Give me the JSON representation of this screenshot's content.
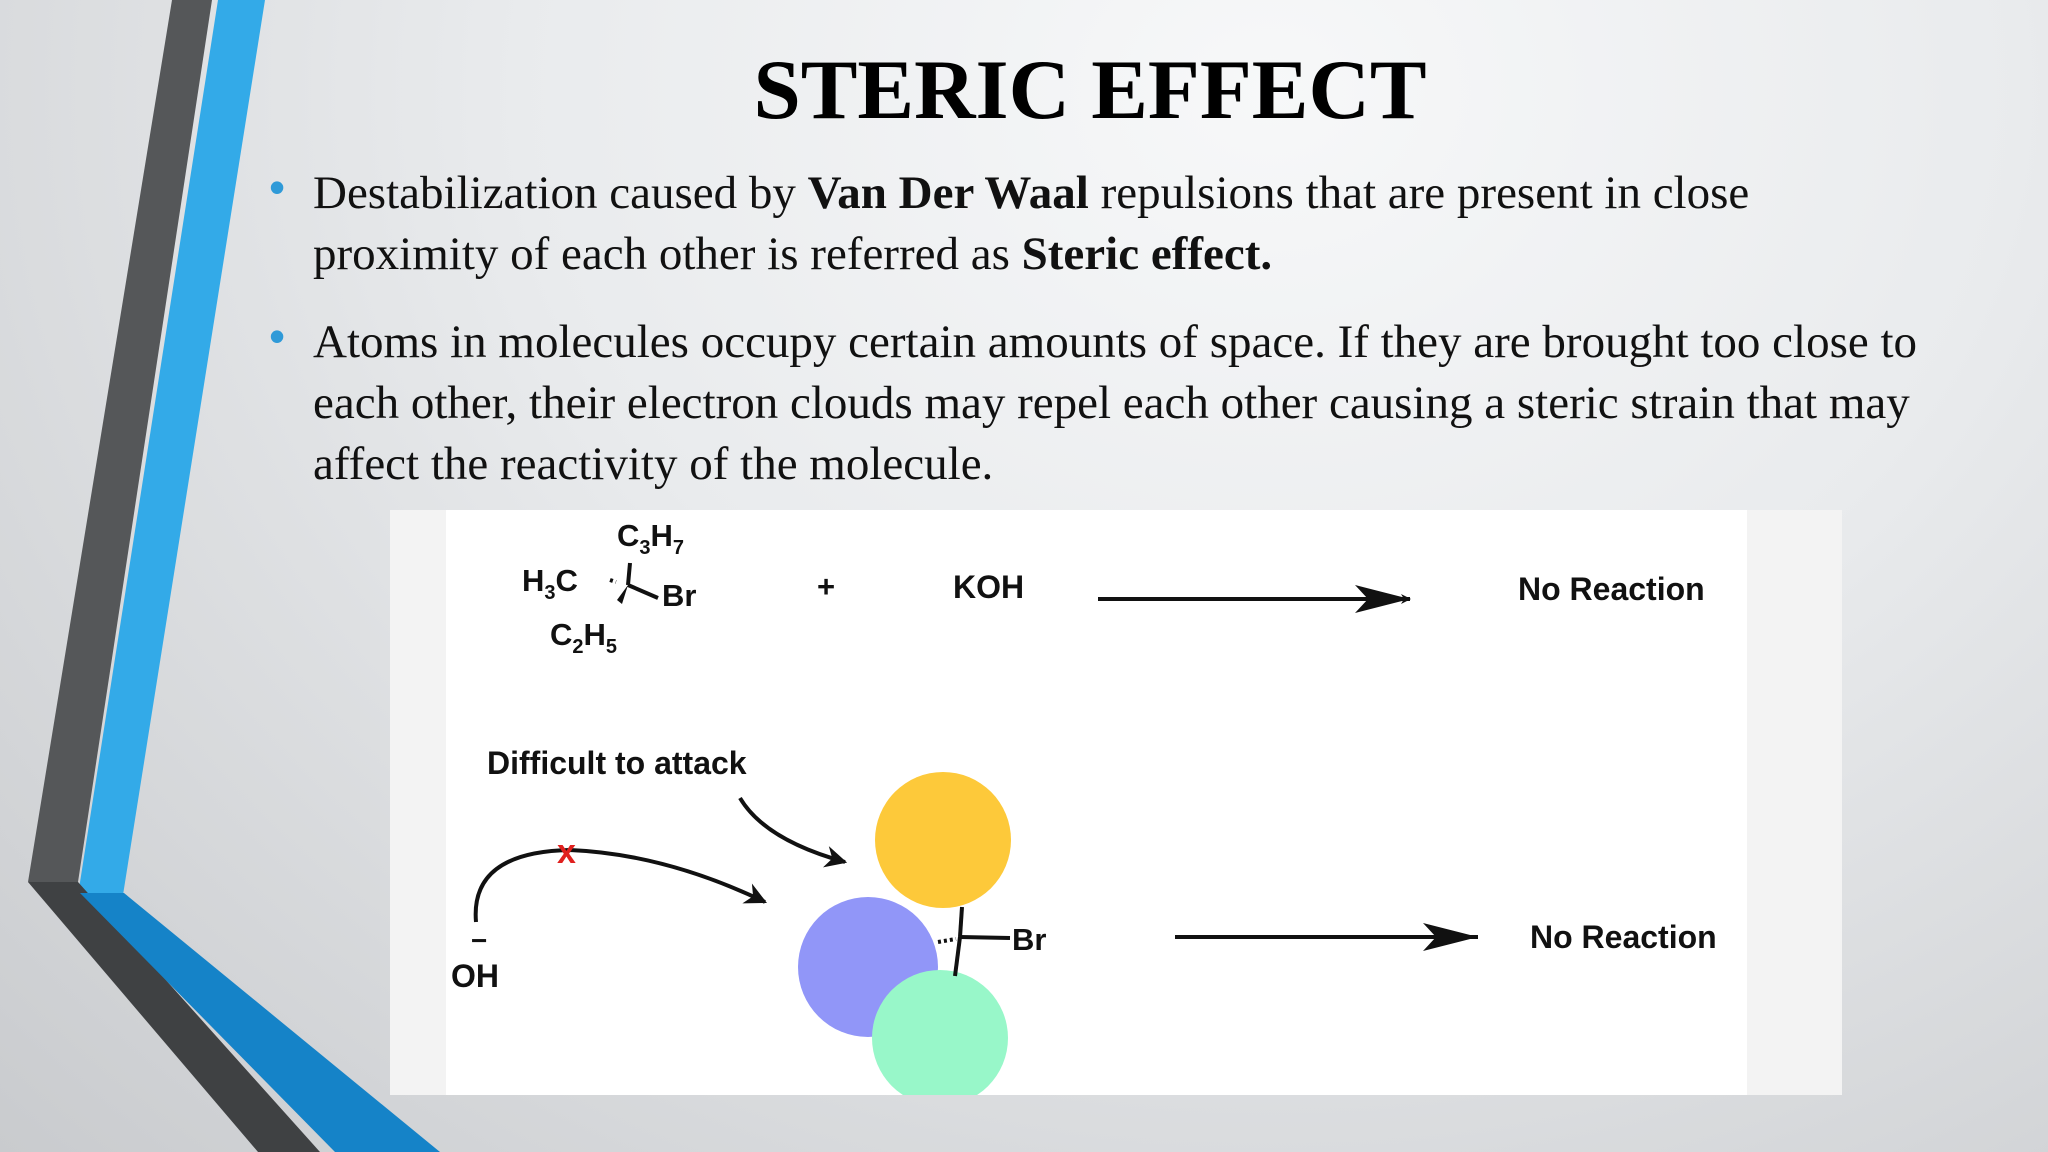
{
  "slide": {
    "title": "STERIC EFFECT",
    "bullets": [
      {
        "before": "Destabilization caused by ",
        "bold1": "Van Der Waal",
        "middle": " repulsions that are present in close proximity of each other is referred as ",
        "bold2": "Steric effect."
      },
      {
        "text": "Atoms in molecules occupy certain amounts of space. If they are brought too close to each other, their electron clouds may repel each other causing a steric strain that may affect the reactivity of the molecule."
      }
    ]
  },
  "figure": {
    "reaction1": {
      "substituent_top_base": "C",
      "substituent_top_sub1": "3",
      "substituent_top_mid": "H",
      "substituent_top_sub2": "7",
      "substituent_left_base": "H",
      "substituent_left_sub": "3",
      "substituent_left_end": "C",
      "substituent_bottom_base": "C",
      "substituent_bottom_sub1": "2",
      "substituent_bottom_mid": "H",
      "substituent_bottom_sub2": "5",
      "leaving_group": "Br",
      "plus": "+",
      "reagent": "KOH",
      "result": "No Reaction"
    },
    "reaction2": {
      "annotation": "Difficult to attack",
      "blocked_mark": "x",
      "nucleophile_charge": "−",
      "nucleophile": "OH",
      "leaving_group": "Br",
      "result": "No Reaction"
    },
    "colors": {
      "atom_top": "#fdc93a",
      "atom_left": "#9196f8",
      "atom_bottom": "#98f7c9",
      "blocked_mark": "#e0201e"
    }
  },
  "decor_colors": {
    "dark_bar": "#555759",
    "blue_bar": "#33aae8",
    "blue_bottom": "#1583c8"
  }
}
